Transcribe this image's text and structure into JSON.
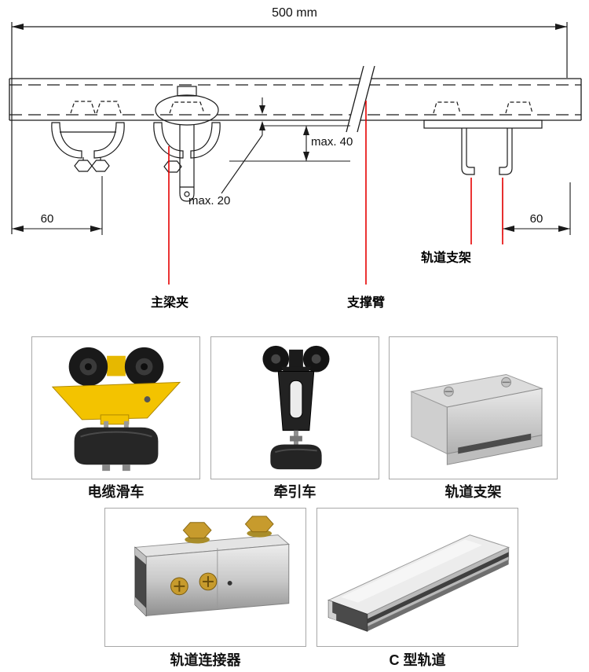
{
  "diagram": {
    "dim_total": "500 mm",
    "dim_max40": "max. 40",
    "dim_max20": "max. 20",
    "dim_left": "60",
    "dim_right": "60",
    "label_rail_bracket": "轨道支架",
    "label_beam_clamp": "主梁夹",
    "label_support_arm": "支撑臂"
  },
  "products": [
    {
      "id": "cable-trolley",
      "label": "电缆滑车"
    },
    {
      "id": "tow-trolley",
      "label": "牵引车"
    },
    {
      "id": "rail-bracket",
      "label": "轨道支架"
    },
    {
      "id": "rail-connector",
      "label": "轨道连接器"
    },
    {
      "id": "c-rail",
      "label": "C 型轨道"
    }
  ],
  "colors": {
    "leader_red": "#e60000",
    "line": "#1a1a1a",
    "trolley_yellow": "#f3c300",
    "brass": "#c79b2d",
    "metal_light": "#e9e9e9",
    "black_part": "#1c1c1c",
    "photo_border": "#a8a8a8"
  }
}
